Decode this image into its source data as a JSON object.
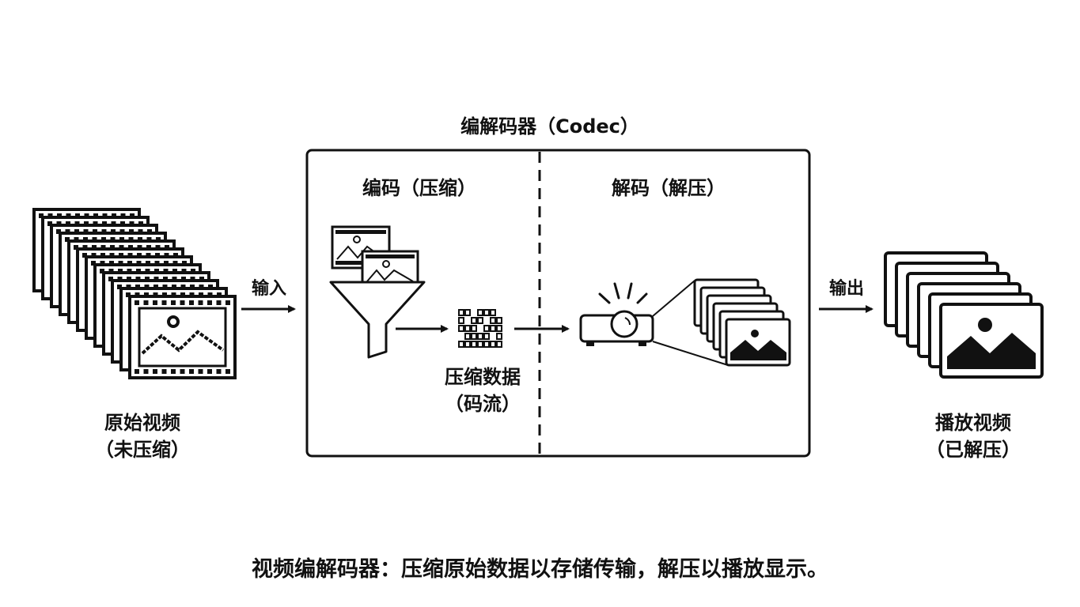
{
  "codec": {
    "title": "编解码器（Codec）",
    "encode_label": "编码（压缩）",
    "decode_label": "解码（解压）"
  },
  "input": {
    "label_line1": "原始视频",
    "label_line2": "（未压缩）",
    "arrow_label": "输入"
  },
  "compressed": {
    "label_line1": "压缩数据",
    "label_line2": "（码流）"
  },
  "output": {
    "label_line1": "播放视频",
    "label_line2": "（已解压）",
    "arrow_label": "输出"
  },
  "caption": "视频编解码器：压缩原始数据以存储传输，解压以播放显示。",
  "colors": {
    "ink": "#111111",
    "background": "#ffffff"
  }
}
